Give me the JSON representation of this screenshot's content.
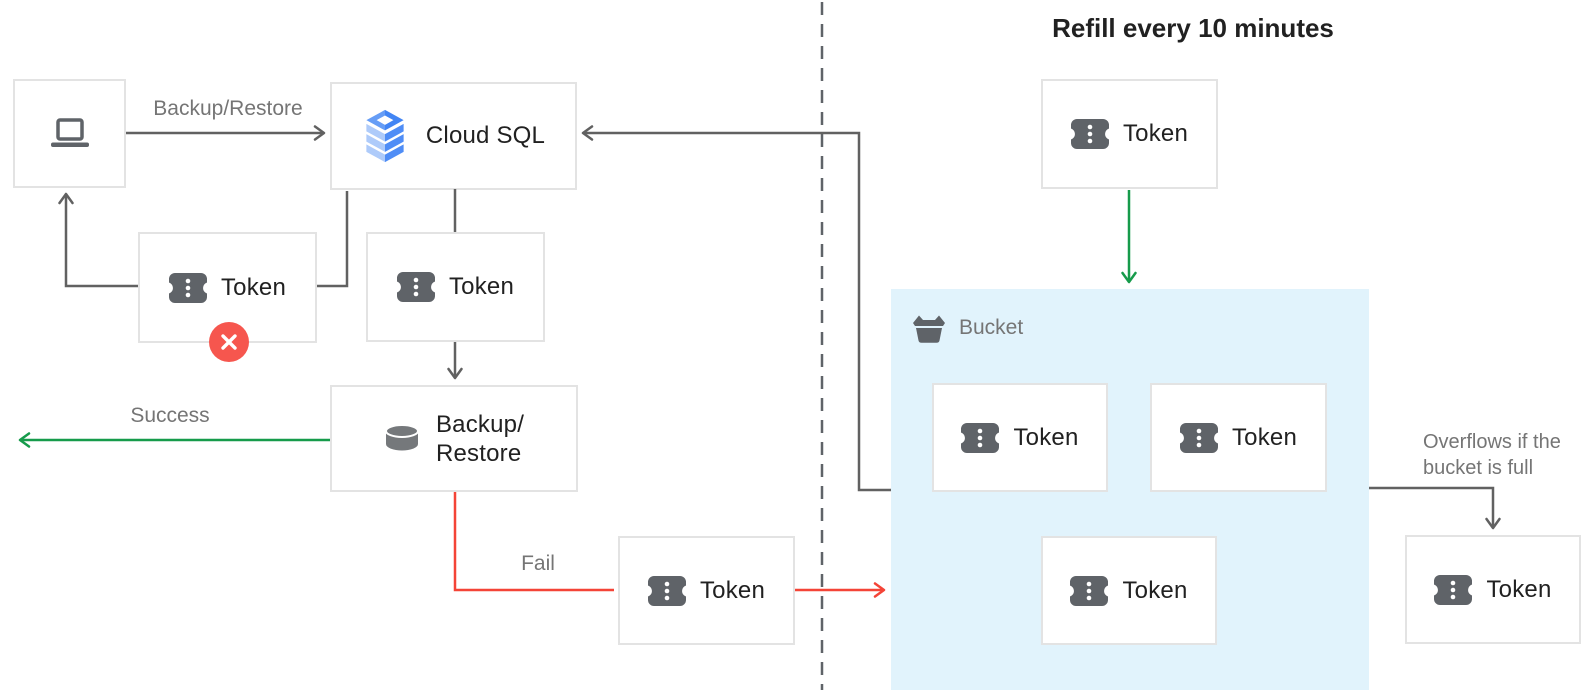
{
  "title": "Refill every 10 minutes",
  "nodes": {
    "client": {
      "icon": "laptop-icon"
    },
    "cloud_sql": {
      "label": "Cloud SQL",
      "icon": "cloud-sql-stack-icon"
    },
    "backup_restore": {
      "line1": "Backup/",
      "line2": "Restore",
      "icon": "database-icon"
    },
    "token_label": "Token",
    "token_instances": [
      "rejected-token",
      "cloud-sql-token",
      "failed-token",
      "refill-token",
      "bucket-token-1",
      "bucket-token-2",
      "bucket-token-3",
      "overflow-token"
    ]
  },
  "bucket": {
    "label": "Bucket",
    "icon": "bucket-icon"
  },
  "edge_labels": {
    "backup_restore": "Backup/Restore",
    "success": "Success",
    "fail": "Fail",
    "overflow_line1": "Overflows if the",
    "overflow_line2": "bucket is full"
  },
  "badges": {
    "error": "x-circle-icon"
  },
  "colors": {
    "success_green": "#169b4b",
    "fail_red": "#f44437",
    "error_badge_red": "#f6564e",
    "connector_gray": "#616161",
    "divider_gray": "#5f6368",
    "bucket_fill": "#e1f3fc",
    "node_border": "#e3e3e3",
    "icon_gray": "#5f6368",
    "label_gray": "#757575",
    "text_dark": "#212121",
    "cloud_sql_blue_dark": "#4285f4",
    "cloud_sql_blue_mid": "#669df6",
    "cloud_sql_blue_light": "#aecbfa"
  }
}
